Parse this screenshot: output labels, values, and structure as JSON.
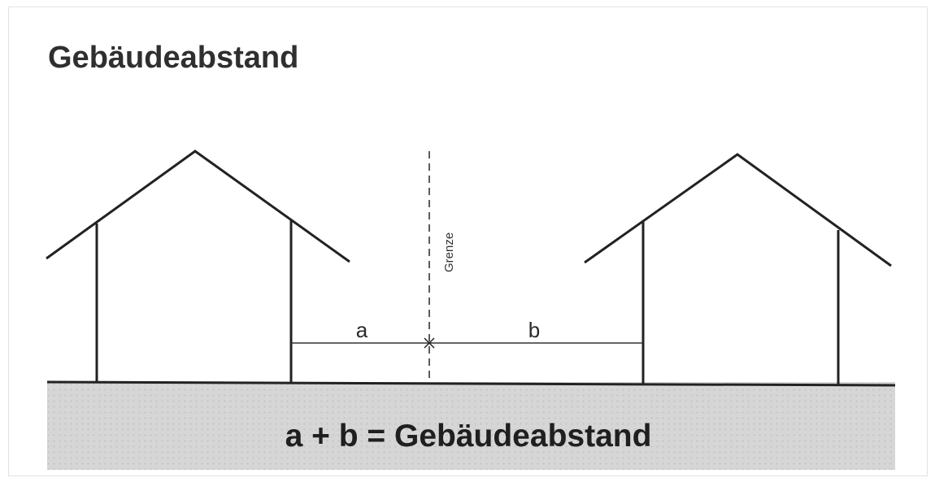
{
  "title": "Gebäudeabstand",
  "boundary_label": "Grenze",
  "distance_a_label": "a",
  "distance_b_label": "b",
  "formula": "a + b = Gebäudeabstand",
  "colors": {
    "line": "#222222",
    "ground": "#d2d2d2",
    "text": "#2f2f2f"
  }
}
